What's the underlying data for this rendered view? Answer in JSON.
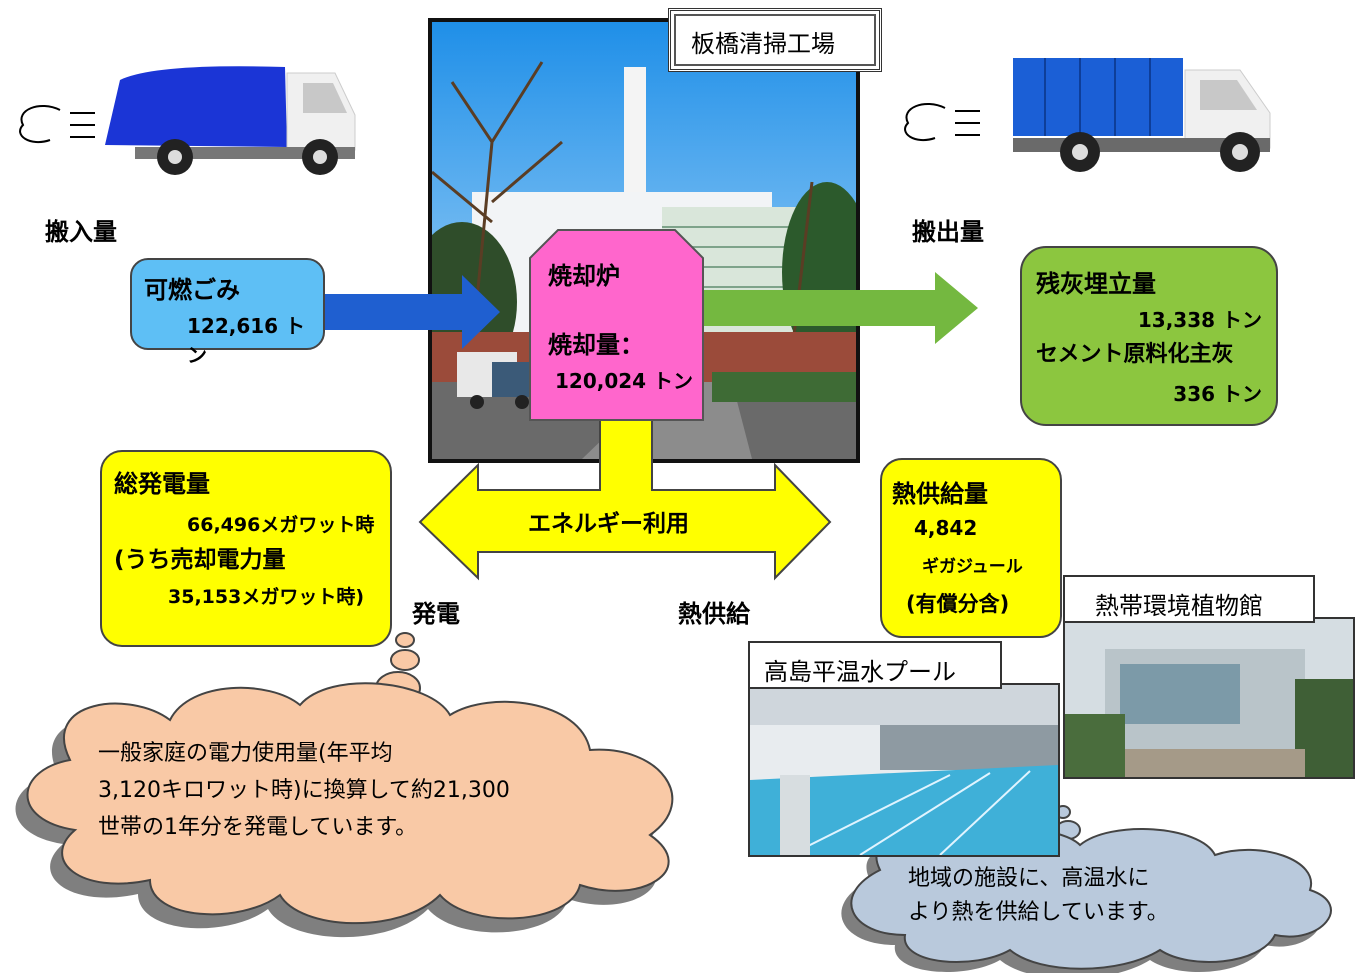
{
  "facility": {
    "name": "板橋清掃工場"
  },
  "incoming": {
    "heading": "搬入量",
    "box_title": "可燃ごみ",
    "amount": "122,616 トン"
  },
  "furnace": {
    "title": "焼却炉",
    "label": "焼却量：",
    "amount": "120,024 トン"
  },
  "outgoing": {
    "heading": "搬出量",
    "ash_title": "残灰埋立量",
    "ash_amount": "13,338 トン",
    "cement_title": "セメント原料化主灰",
    "cement_amount": "336 トン"
  },
  "energy": {
    "label": "エネルギー利用",
    "left_label": "発電",
    "right_label": "熱供給"
  },
  "power": {
    "title": "総発電量",
    "amount": "66,496メガワット時",
    "sold_label": "(うち売却電力量",
    "sold_amount": "35,153メガワット時)"
  },
  "heat": {
    "title": "熱供給量",
    "amount": "4,842",
    "unit": "ギガジュール",
    "note": "(有償分含)"
  },
  "facilities": {
    "botanical": "熱帯環境植物館",
    "pool": "高島平温水プール"
  },
  "cloud_power": {
    "line1": "一般家庭の電力使用量(年平均",
    "line2": "3,120キロワット時)に換算して約21,300",
    "line3": "世帯の1年分を発電しています。"
  },
  "cloud_heat": {
    "line1": "地域の施設に、高温水に",
    "line2": "より熱を供給しています。"
  },
  "colors": {
    "blue_box": "#5ebff5",
    "pink_box": "#ff66cc",
    "green_box": "#8cc63f",
    "yellow": "#ffff00",
    "cloud_orange": "#f9c9a6",
    "cloud_blue": "#b9c9dc",
    "arrow_blue": "#1f5fd0",
    "arrow_green": "#74b840",
    "truck_blue": "#1b35d6"
  }
}
